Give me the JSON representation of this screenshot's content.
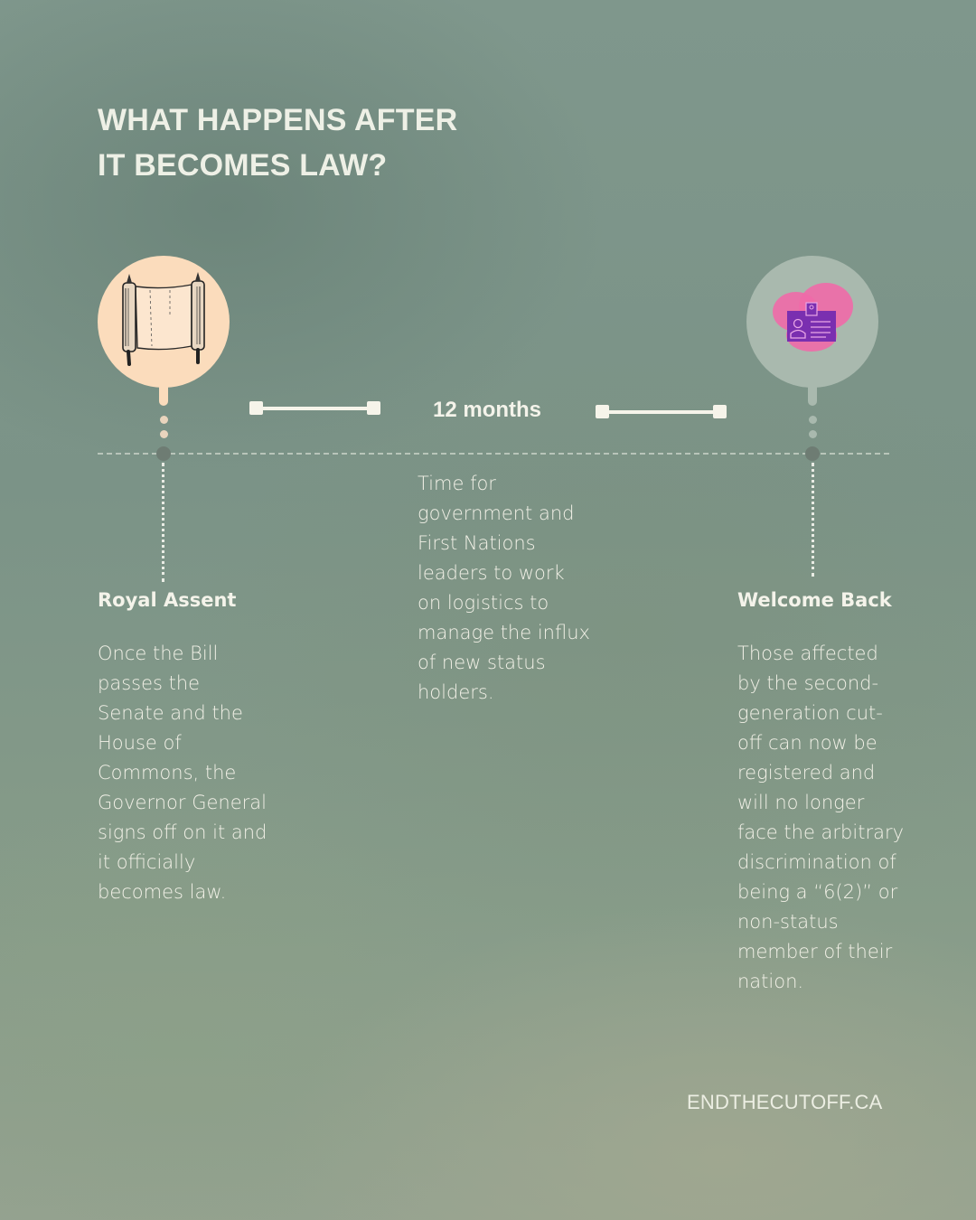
{
  "title": {
    "line1": "WHAT HAPPENS AFTER",
    "line2": "IT BECOMES LAW?"
  },
  "timeline": {
    "duration_label": "12 months",
    "duration_description": "Time for\ngovernment and\nFirst Nations\nleaders to work\non logistics to\nmanage the influx\nof new status\nholders.",
    "milestones": [
      {
        "icon": "scroll-icon",
        "heading": "Royal Assent",
        "body": "Once the Bill\npasses the\nSenate and the\nHouse of\nCommons, the\nGovernor General\nsigns off on it and\nit officially\nbecomes law.",
        "bubble_color": "#fbdcbc"
      },
      {
        "icon": "id-card-icon",
        "heading": "Welcome Back",
        "body": "Those affected\nby the second-\ngeneration cut-\noff can now be\nregistered and\nwill no longer\nface the arbitrary\ndiscrimination of\nbeing a “6(2)” or\nnon-status\nmember of their\nnation.",
        "bubble_color": "#a9b9ae"
      }
    ]
  },
  "footer": {
    "website": "ENDTHECUTOFF.CA"
  },
  "colors": {
    "background": "#7f978c",
    "text": "#f4f3ea",
    "id_card_purple": "#7a2fb0",
    "heart_pink": "#f06aa8"
  }
}
